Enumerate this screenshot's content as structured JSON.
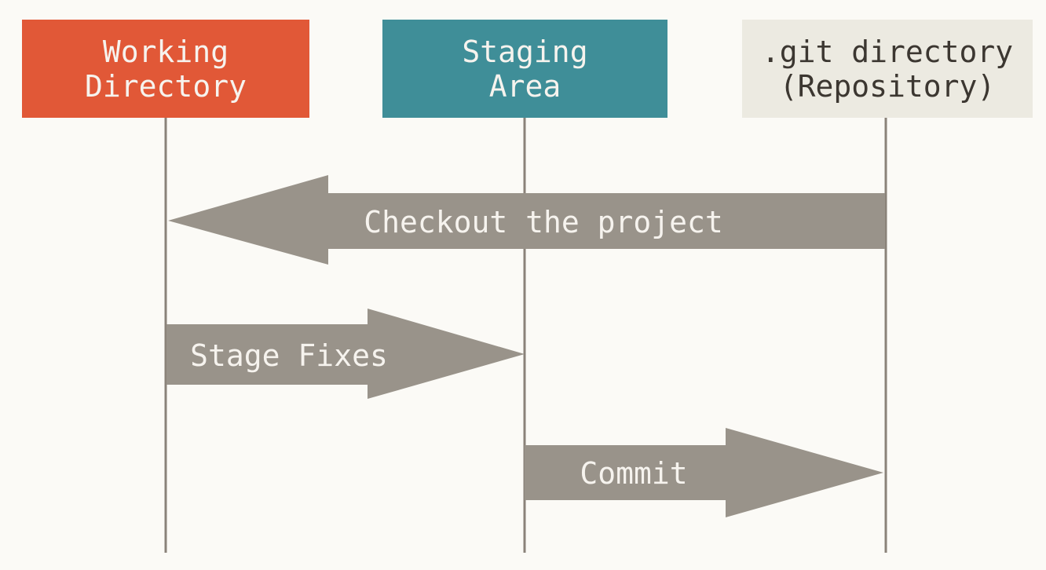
{
  "diagram": {
    "description": "Git sequence diagram of the three file-state areas and the commands that move files between them",
    "columns": [
      {
        "id": "working-directory",
        "label": "Working\nDirectory"
      },
      {
        "id": "staging-area",
        "label": "Staging\nArea"
      },
      {
        "id": "git-directory",
        "label": ".git directory\n(Repository)"
      }
    ],
    "arrows": [
      {
        "label": "Checkout the project",
        "direction": "left",
        "from": "git-directory",
        "to": "working-directory"
      },
      {
        "label": "Stage Fixes",
        "direction": "right",
        "from": "working-directory",
        "to": "staging-area"
      },
      {
        "label": "Commit",
        "direction": "right",
        "from": "staging-area",
        "to": "git-directory"
      }
    ],
    "colors": {
      "background": "#FBFAF6",
      "working_directory_box": "#E15837",
      "staging_area_box": "#3F8E98",
      "git_directory_box": "#ECEAE1",
      "arrow": "#99938A",
      "lifeline": "#8A8279",
      "light_text": "#F6F3EE",
      "dark_text": "#3C3731"
    }
  }
}
